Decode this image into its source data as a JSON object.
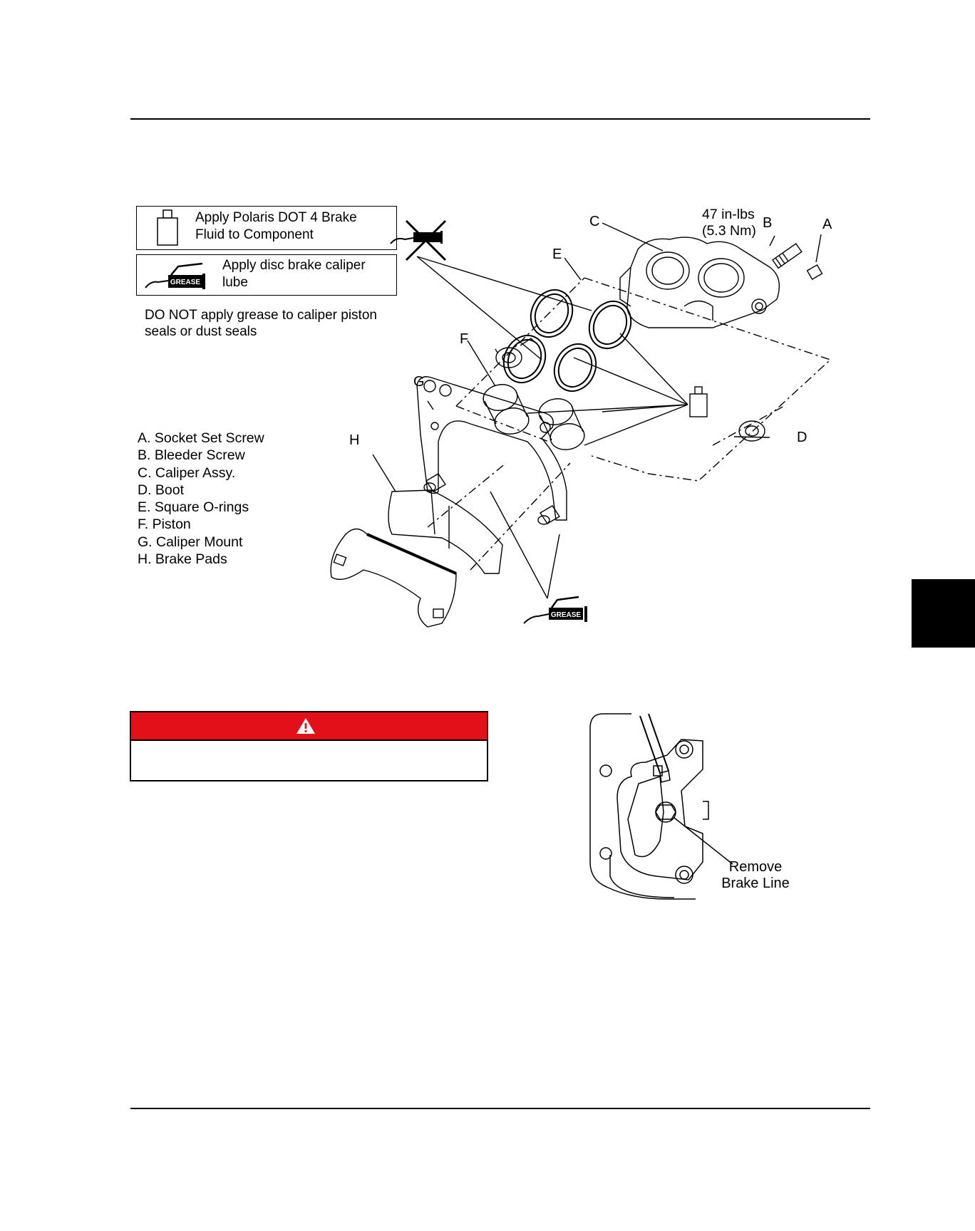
{
  "legend": {
    "brake_fluid": "Apply Polaris DOT 4 Brake\nFluid to Component",
    "grease": "Apply   disc brake caliper\nlube",
    "grease_icon_label": "GREASE"
  },
  "note": "DO NOT apply grease to caliper piston\nseals or dust seals",
  "parts": [
    "A. Socket Set Screw",
    "B. Bleeder Screw",
    "C. Caliper Assy.",
    "D. Boot",
    "E. Square O-rings",
    "F. Piston",
    "G. Caliper Mount",
    "H. Brake Pads"
  ],
  "callouts": {
    "a": "A",
    "b": "B",
    "c": "C",
    "d": "D",
    "e": "E",
    "f": "F",
    "g": "G",
    "h": "H"
  },
  "torque": "47 in-lbs\n(5.3 Nm)",
  "diagram_grease_label": "GREASE",
  "warning": {
    "icon": "warning-triangle-icon",
    "header_text": "",
    "body_text": ""
  },
  "remove_brake_line_label": "Remove\nBrake Line",
  "colors": {
    "warning_red": "#e3101a",
    "ink": "#000000"
  }
}
